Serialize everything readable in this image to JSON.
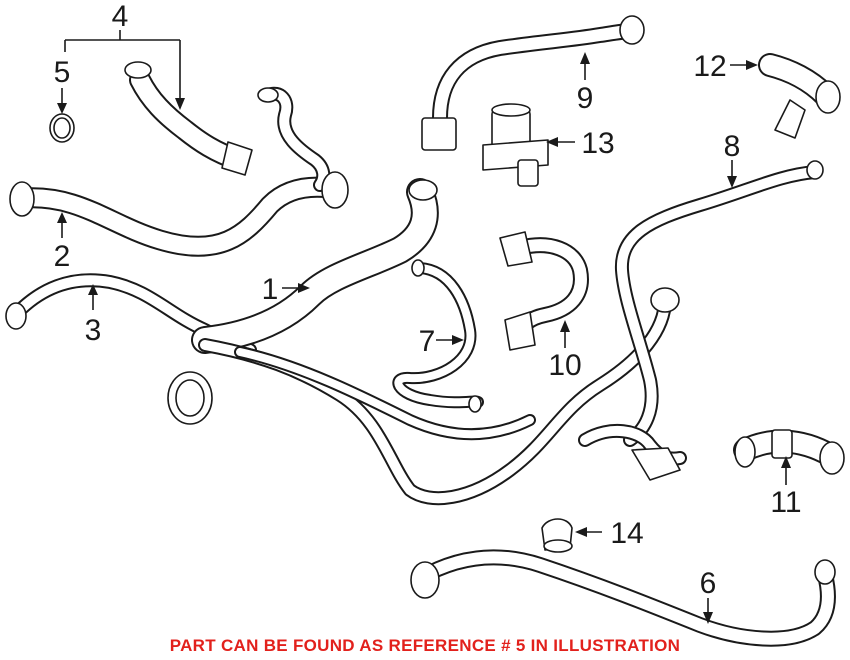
{
  "callouts": {
    "c1": "1",
    "c2": "2",
    "c3": "3",
    "c4": "4",
    "c5": "5",
    "c6": "6",
    "c7": "7",
    "c8": "8",
    "c9": "9",
    "c10": "10",
    "c11": "11",
    "c12": "12",
    "c13": "13",
    "c14": "14"
  },
  "note": "PART CAN BE FOUND AS REFERENCE # 5 IN ILLUSTRATION",
  "colors": {
    "note": "#e2211c",
    "lines": "#1a1a1a",
    "background": "#ffffff"
  }
}
